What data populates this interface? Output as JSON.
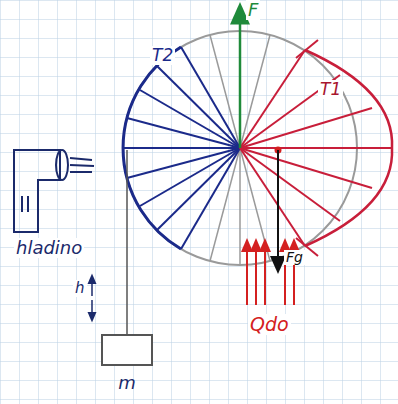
{
  "diagram": {
    "nodes": [
      {
        "text": [
          "m"
        ]
      }
    ],
    "labels": [
      "F",
      "T2",
      "T1",
      "hladino",
      "h",
      "Fg",
      "Qdo"
    ]
  }
}
